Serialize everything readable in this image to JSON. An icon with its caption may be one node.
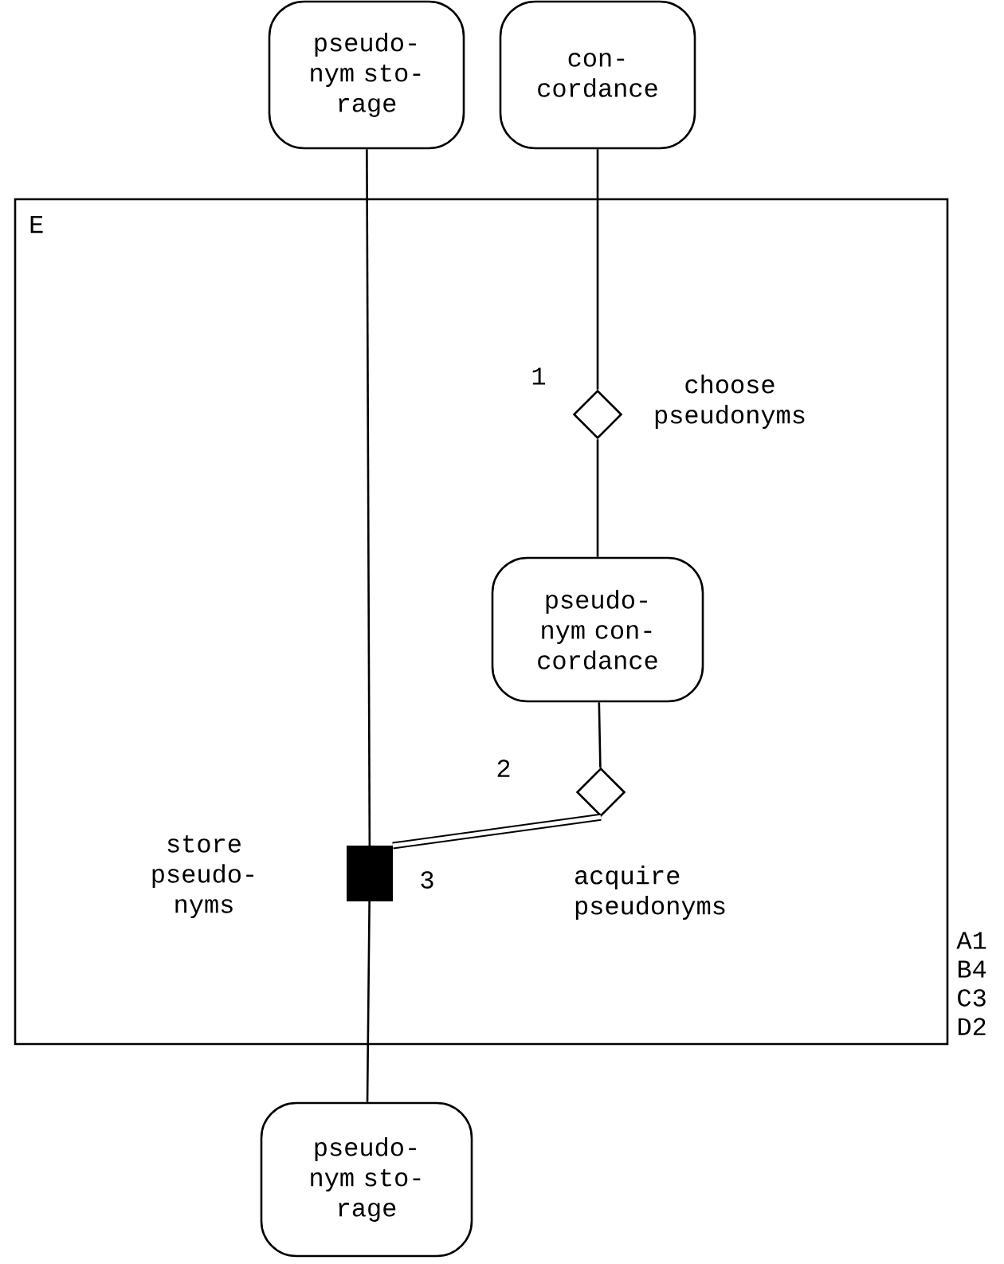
{
  "diagram": {
    "nodes": [
      {
        "text": [
          "pseudo- nym sto- rage"
        ]
      },
      {
        "text": [
          "con- cordance"
        ]
      },
      {
        "text": [
          "E"
        ]
      },
      {
        "text": [],
        "shape": "diamond",
        "in": 2,
        "beside": [
          "1",
          "choose pseudonyms"
        ]
      },
      {
        "text": [
          "pseudo- nym con- cordance"
        ],
        "in": 2
      },
      {
        "text": [],
        "shape": "diamond",
        "in": 2,
        "beside": [
          "2",
          "acquire pseudonyms"
        ]
      },
      {
        "text": [],
        "shape": "box",
        "in": 2,
        "beside": [
          "store pseudo- nyms",
          "3"
        ]
      },
      {
        "text": [
          "pseudo- nym sto- rage"
        ]
      }
    ],
    "edges": [
      {
        "from": 0,
        "to": 6,
        "arrow": "none"
      },
      {
        "from": 1,
        "to": 3,
        "arrow": "none"
      },
      {
        "from": 3,
        "to": 4,
        "arrow": "none"
      },
      {
        "from": 4,
        "to": 5,
        "arrow": "none"
      },
      {
        "from": 5,
        "to": 6,
        "arrow": "none",
        "style": "thick"
      },
      {
        "from": 6,
        "to": 7,
        "arrow": "none"
      }
    ],
    "labels": [
      "A1",
      "B4",
      "C3",
      "D2"
    ]
  }
}
